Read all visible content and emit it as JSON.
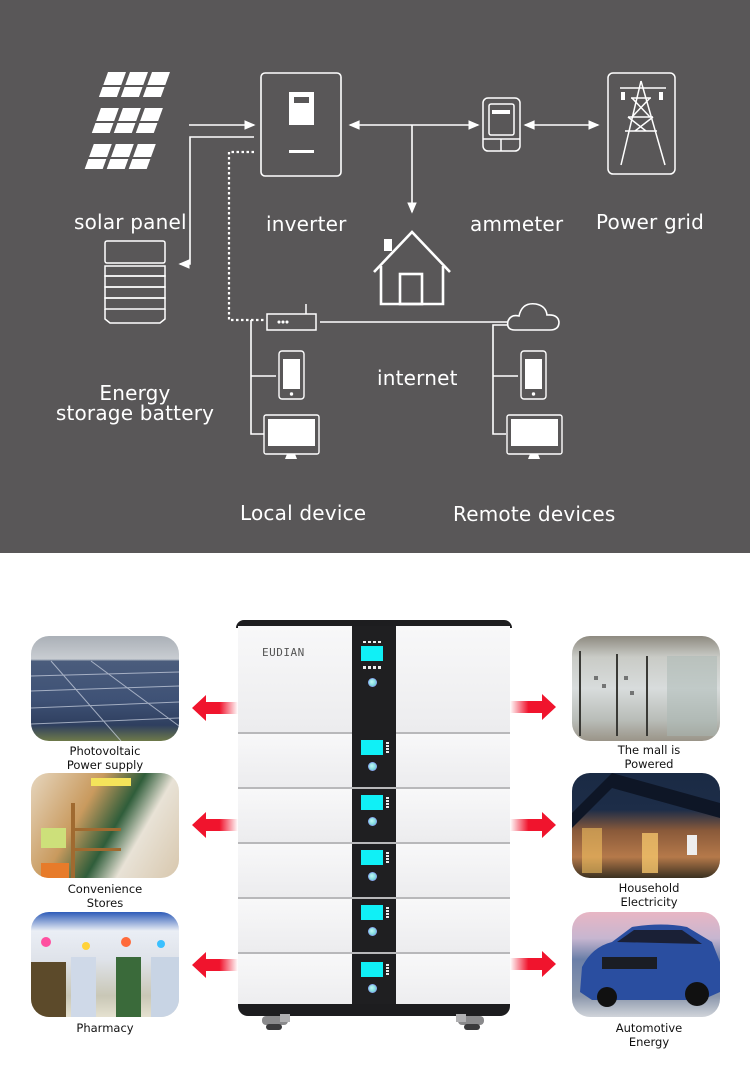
{
  "diagram": {
    "background": "#595758",
    "line_color": "#ffffff",
    "nodes": {
      "solar_panel": {
        "label": "solar panel",
        "icon": "solar-panel-icon"
      },
      "inverter": {
        "label": "inverter",
        "icon": "inverter-icon"
      },
      "ammeter": {
        "label": "ammeter",
        "icon": "ammeter-icon"
      },
      "power_grid": {
        "label": "Power grid",
        "icon": "power-tower-icon"
      },
      "house": {
        "icon": "house-icon"
      },
      "battery": {
        "label_line1": "Energy",
        "label_line2": "storage battery",
        "icon": "battery-stack-icon"
      },
      "router": {
        "icon": "router-icon"
      },
      "internet": {
        "label": "internet",
        "icon": "cloud-icon"
      },
      "local_device": {
        "label": "Local device",
        "icons": [
          "smartphone-icon",
          "monitor-icon"
        ]
      },
      "remote_devices": {
        "label": "Remote devices",
        "icons": [
          "smartphone-icon",
          "monitor-icon"
        ]
      }
    }
  },
  "product": {
    "brand": "EUDIAN",
    "modules": 6,
    "lcd_color": "#10f0f6",
    "arrow_color": "#f0142d"
  },
  "applications": {
    "left": [
      {
        "label_line1": "Photovoltaic",
        "label_line2": "Power supply",
        "image": "solar-farm-photo"
      },
      {
        "label_line1": "Convenience",
        "label_line2": "Stores",
        "image": "convenience-store-photo"
      },
      {
        "label_line1": "Pharmacy",
        "label_line2": "",
        "image": "pharmacy-photo"
      }
    ],
    "right": [
      {
        "label_line1": "The mall is",
        "label_line2": "Powered",
        "image": "mall-photo"
      },
      {
        "label_line1": "Household",
        "label_line2": "Electricity",
        "image": "house-photo"
      },
      {
        "label_line1": "Automotive",
        "label_line2": "Energy",
        "image": "suv-car-photo"
      }
    ]
  }
}
